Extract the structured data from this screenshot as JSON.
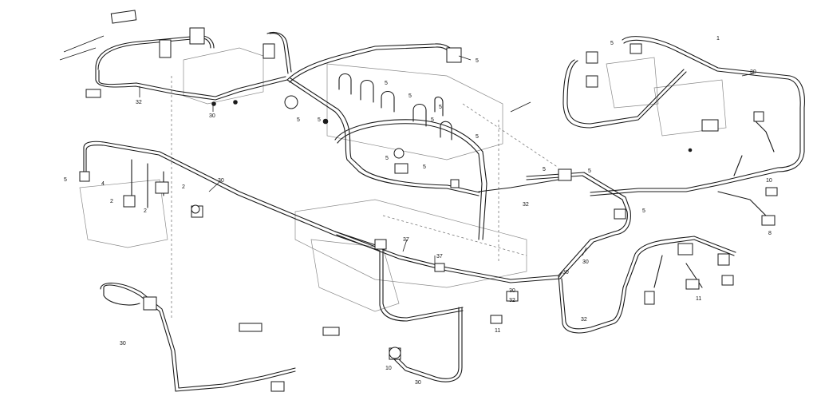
{
  "callouts": [
    {
      "text": "32",
      "id": "c1"
    },
    {
      "text": "30",
      "id": "c2"
    },
    {
      "text": "5",
      "id": "c3"
    },
    {
      "text": "5",
      "id": "c4"
    },
    {
      "text": "5",
      "id": "c5"
    },
    {
      "text": "5",
      "id": "c6"
    },
    {
      "text": "5",
      "id": "c7"
    },
    {
      "text": "5",
      "id": "c8"
    },
    {
      "text": "5",
      "id": "c9"
    },
    {
      "text": "5",
      "id": "c10"
    },
    {
      "text": "5",
      "id": "c11"
    },
    {
      "text": "5",
      "id": "c12"
    },
    {
      "text": "5",
      "id": "c13"
    },
    {
      "text": "30",
      "id": "c14"
    },
    {
      "text": "2",
      "id": "c15"
    },
    {
      "text": "2",
      "id": "c16"
    },
    {
      "text": "30",
      "id": "c17"
    },
    {
      "text": "5",
      "id": "c18"
    },
    {
      "text": "4",
      "id": "c19"
    },
    {
      "text": "2",
      "id": "c20"
    },
    {
      "text": "37",
      "id": "c21"
    },
    {
      "text": "37",
      "id": "c22"
    },
    {
      "text": "30",
      "id": "c23"
    },
    {
      "text": "30",
      "id": "c24"
    },
    {
      "text": "32",
      "id": "c25"
    },
    {
      "text": "32",
      "id": "c26"
    },
    {
      "text": "5",
      "id": "c27"
    },
    {
      "text": "5",
      "id": "c28"
    },
    {
      "text": "10",
      "id": "c29"
    },
    {
      "text": "8",
      "id": "c30"
    },
    {
      "text": "30",
      "id": "c31"
    },
    {
      "text": "32",
      "id": "c32"
    },
    {
      "text": "11",
      "id": "c33"
    },
    {
      "text": "11",
      "id": "c34"
    },
    {
      "text": "10",
      "id": "c35"
    },
    {
      "text": "30",
      "id": "c36"
    },
    {
      "text": "30",
      "id": "c37"
    },
    {
      "text": "5",
      "id": "c38"
    },
    {
      "text": "1",
      "id": "c39"
    }
  ]
}
